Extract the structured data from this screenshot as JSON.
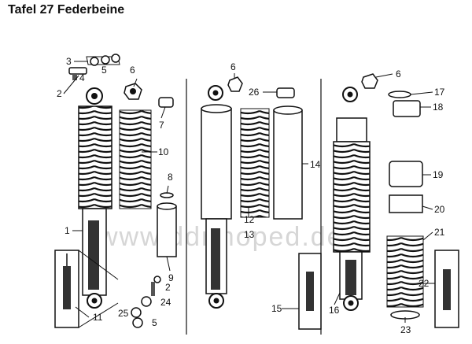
{
  "title": "Tafel 27 Federbeine",
  "watermark": "www.ddrmoped.de",
  "labels": {
    "c1_3": "3",
    "c1_4": "4",
    "c1_5": "5",
    "c1_2": "2",
    "c1_6": "6",
    "c1_7": "7",
    "c1_10": "10",
    "c1_8": "8",
    "c1_1": "1",
    "c1_9": "9",
    "c1_11": "11",
    "c1_2b": "2",
    "c1_24": "24",
    "c1_25": "25",
    "c1_5b": "5",
    "c2_6": "6",
    "c2_26": "26",
    "c2_14": "14",
    "c2_12": "12",
    "c2_13": "13",
    "c3_6": "6",
    "c3_17": "17",
    "c3_18": "18",
    "c3_19": "19",
    "c3_20": "20",
    "c3_21": "21",
    "c3_22": "22",
    "c3_15": "15",
    "c3_16": "16",
    "c3_23": "23"
  }
}
